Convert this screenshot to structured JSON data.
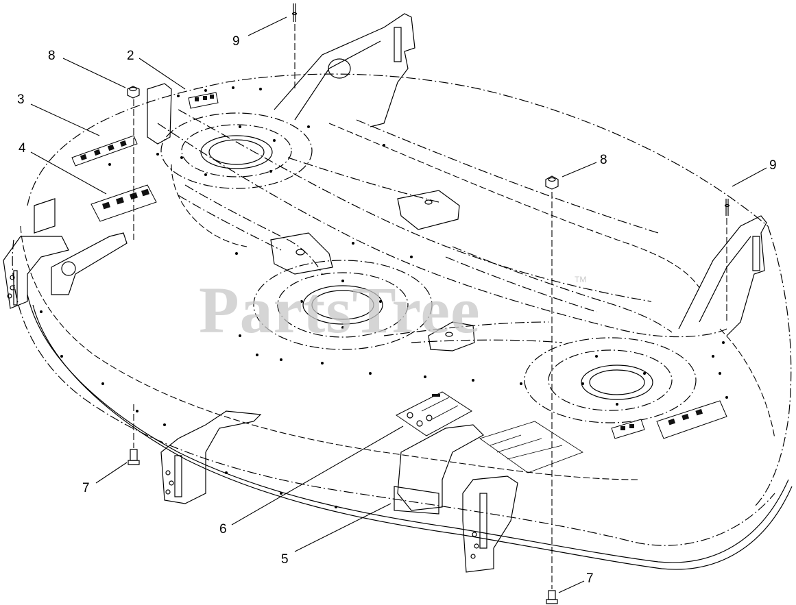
{
  "watermark": {
    "text": "PartsTree",
    "mark": "TM"
  },
  "callouts": [
    {
      "id": "c9a",
      "label": "9"
    },
    {
      "id": "c8a",
      "label": "8"
    },
    {
      "id": "c2",
      "label": "2"
    },
    {
      "id": "c3",
      "label": "3"
    },
    {
      "id": "c4",
      "label": "4"
    },
    {
      "id": "c8b",
      "label": "8"
    },
    {
      "id": "c9b",
      "label": "9"
    },
    {
      "id": "c7a",
      "label": "7"
    },
    {
      "id": "c6",
      "label": "6"
    },
    {
      "id": "c5",
      "label": "5"
    },
    {
      "id": "c7b",
      "label": "7"
    }
  ]
}
